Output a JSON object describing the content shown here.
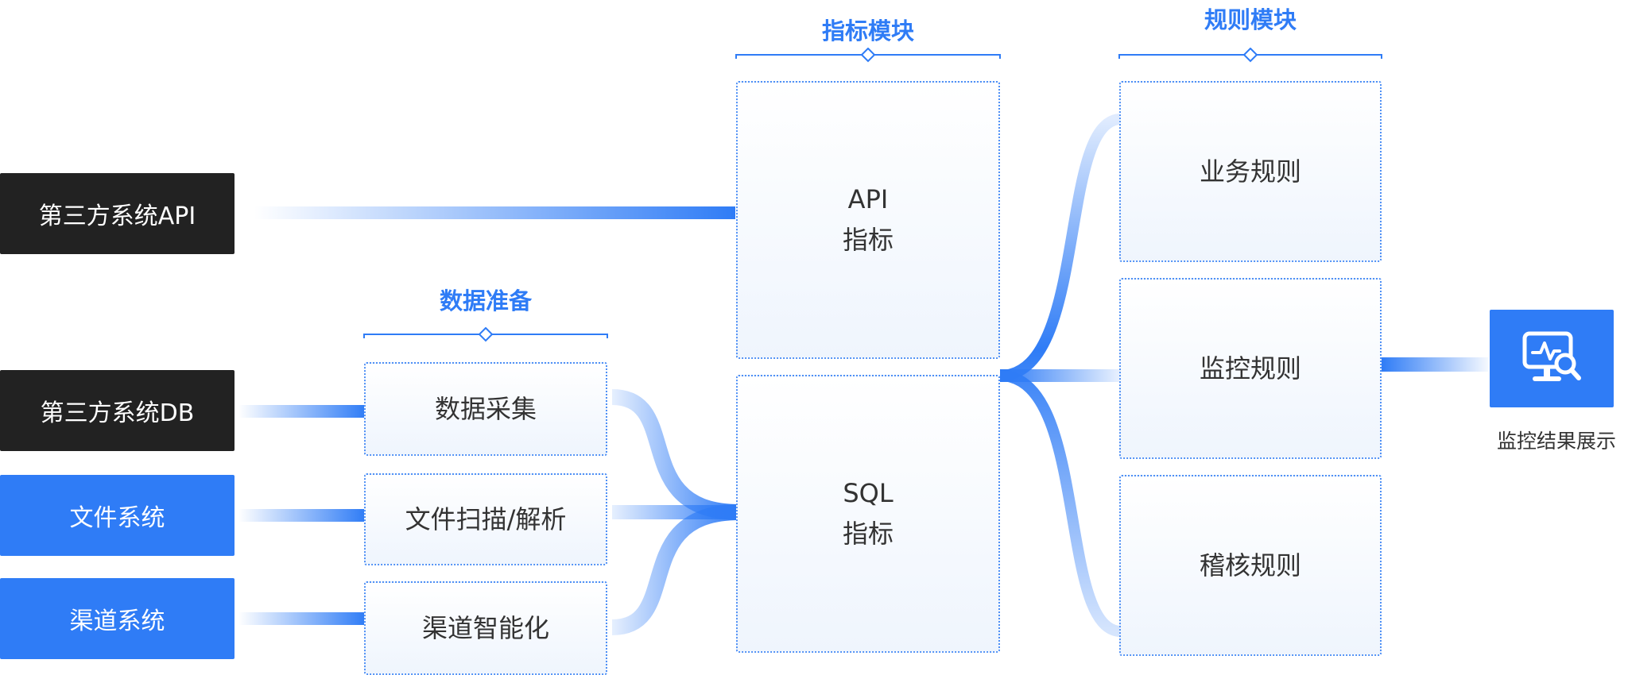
{
  "sources": [
    {
      "label": "第三方系统API",
      "tone": "dark"
    },
    {
      "label": "第三方系统DB",
      "tone": "dark"
    },
    {
      "label": "文件系统",
      "tone": "blue"
    },
    {
      "label": "渠道系统",
      "tone": "blue"
    }
  ],
  "groups": {
    "data_prep": {
      "title": "数据准备",
      "steps": [
        "数据采集",
        "文件扫描/解析",
        "渠道智能化"
      ]
    },
    "metrics": {
      "title": "指标模块",
      "api": {
        "line1": "API",
        "line2": "指标"
      },
      "sql": {
        "line1": "SQL",
        "line2": "指标"
      }
    },
    "rules": {
      "title": "规则模块",
      "items": [
        "业务规则",
        "监控规则",
        "稽核规则"
      ]
    }
  },
  "output": {
    "label": "监控结果展示",
    "icon": "monitor-search-icon"
  },
  "colors": {
    "accent": "#2f7cf6",
    "dark": "#222222",
    "box_border": "#4f90f5",
    "text": "#333333"
  }
}
